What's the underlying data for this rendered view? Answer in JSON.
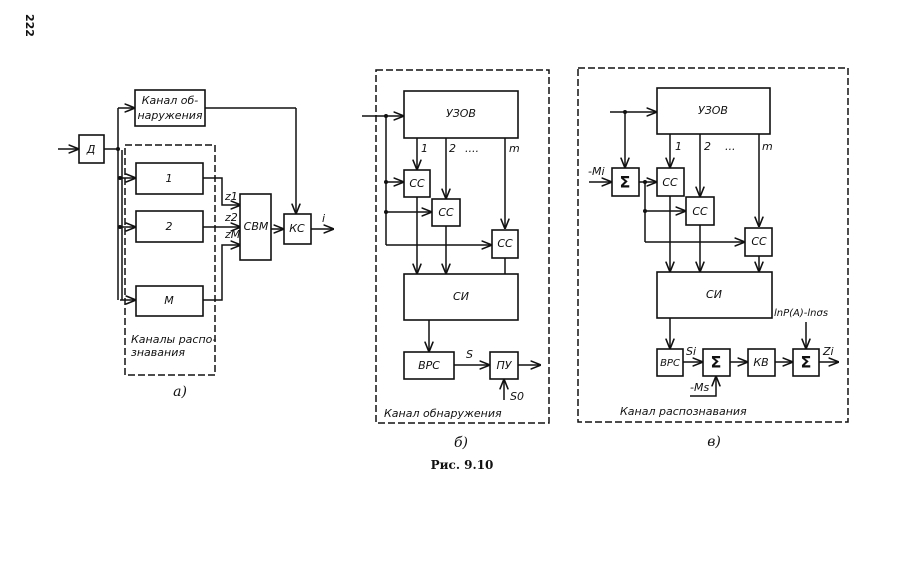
{
  "page_number": "222",
  "figure_caption": "Рис. 9.10",
  "panel_a": {
    "label": "а)",
    "sensor": "Д",
    "detection_channel": [
      "Канал об-",
      "наружения"
    ],
    "channels": [
      "1",
      "2",
      "M"
    ],
    "group_label": [
      "Каналы распо-",
      "знавания"
    ],
    "outputs": [
      "z1",
      "z2",
      "zM"
    ],
    "svm": "СВМ",
    "ks": "КС",
    "result": "i"
  },
  "panel_b": {
    "label": "б)",
    "uzov": "УЗОВ",
    "taps": [
      "1",
      "2",
      "....",
      "m"
    ],
    "cc": "СС",
    "si": "СИ",
    "vrs": "ВРС",
    "s_label": "S",
    "pu": "ПУ",
    "threshold": "S0",
    "group_label": "Канал   обнаружения"
  },
  "panel_c": {
    "label": "в)",
    "uzov": "УЗОВ",
    "taps": [
      "1",
      "2",
      "...",
      "m"
    ],
    "mean_input": "-Mi",
    "sigma": "Σ",
    "cc": "СС",
    "si": "СИ",
    "vrs": "ВРС",
    "si_label": "Si",
    "ms_input": "-Ms",
    "kv": "КВ",
    "prior_input": "lnP(A)-lnσs",
    "output": "Zi",
    "group_label": "Канал   распознавания"
  }
}
